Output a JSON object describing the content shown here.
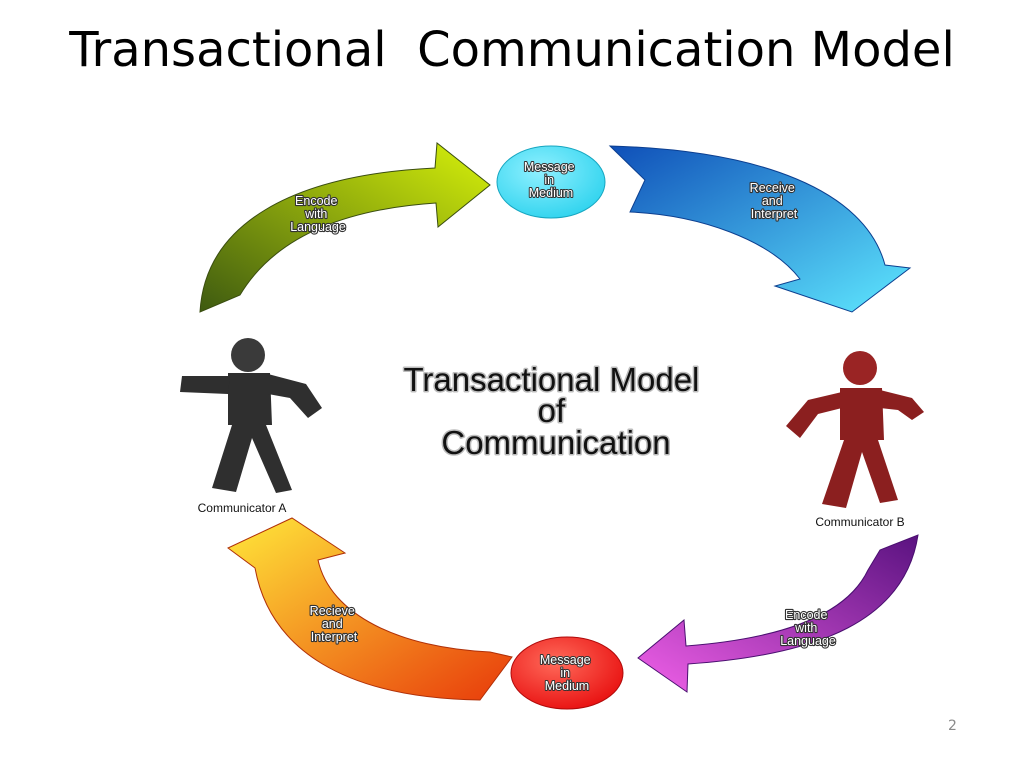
{
  "title": "Transactional  Communication Model",
  "page_number": "2",
  "center_title": [
    "Transactional Model",
    "of",
    "Communication"
  ],
  "communicators": {
    "a": {
      "label": "Communicator A",
      "color": "#2f2f2f"
    },
    "b": {
      "label": "Communicator B",
      "color": "#8b1f1f"
    }
  },
  "nodes": {
    "top": {
      "lines": [
        "Message",
        "in",
        "Medium"
      ],
      "color": "#2fd3ee"
    },
    "bottom": {
      "lines": [
        "Message",
        "in",
        "Medium"
      ],
      "color": "#e81010"
    }
  },
  "arrows": {
    "green": {
      "lines": [
        "Encode",
        "with",
        "Language"
      ],
      "color_start": "#3e5a10",
      "color_end": "#d8f20a"
    },
    "blue": {
      "lines": [
        "Receive",
        "and",
        "Interpret"
      ],
      "color_start": "#0f4fb8",
      "color_end": "#5fe8ff"
    },
    "purple": {
      "lines": [
        "Encode",
        "with",
        "Language"
      ],
      "color_start": "#5a1280",
      "color_end": "#f060e8"
    },
    "orange": {
      "lines": [
        "Recieve",
        "and",
        "Interpret"
      ],
      "color_start": "#e83a0a",
      "color_end": "#ffe83a"
    }
  }
}
